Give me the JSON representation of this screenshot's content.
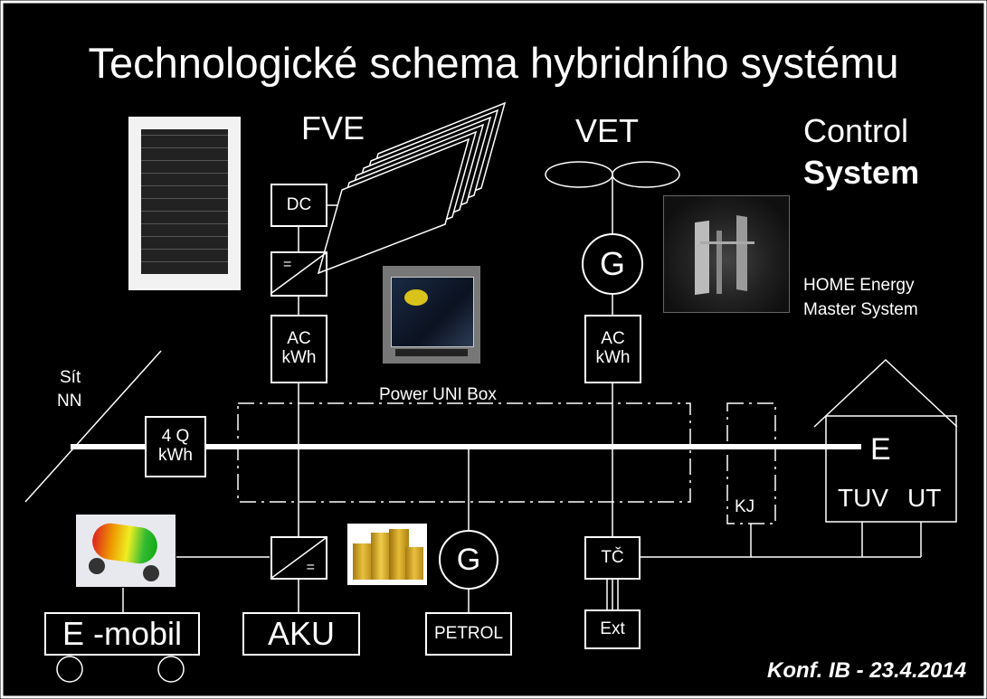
{
  "title": "Technologické schema hybridního systému",
  "labels": {
    "fve": "FVE",
    "vet": "VET",
    "control_line1": "Control",
    "control_line2": "System",
    "home_line1": "HOME Energy",
    "home_line2": "Master System",
    "sit": "Sít",
    "nn": "NN",
    "power_uni_box": "Power UNI Box",
    "e": "E",
    "tuv": "TUV",
    "ut": "UT",
    "kj": "KJ",
    "footer": "Konf. IB - 23.4.2014"
  },
  "boxes": {
    "dc": "DC",
    "inverter_top": "=",
    "ac_left_1": "AC",
    "ac_left_2": "kWh",
    "ac_right_1": "AC",
    "ac_right_2": "kWh",
    "q4_1": "4 Q",
    "q4_2": "kWh",
    "inverter_bottom": "=",
    "aku": "AKU",
    "emobil": "E -mobil",
    "petrol": "PETROL",
    "tc": "TČ",
    "ext": "Ext"
  },
  "generators": {
    "wind": "G",
    "petrol": "G"
  },
  "icons": [
    "solar-panel-photo",
    "wind-turbine-photo",
    "power-box-photo",
    "battery-car-photo",
    "gold-bars-photo"
  ],
  "colors": {
    "background": "#000000",
    "lines": "#ffffff"
  }
}
